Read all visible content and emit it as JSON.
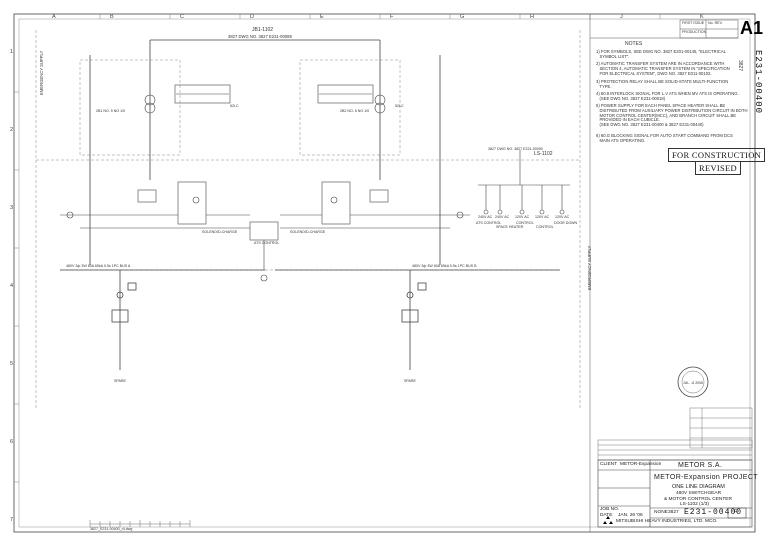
{
  "sheet_size": "A1",
  "bus": {
    "label": "JB1-1102",
    "ref": "3827 DWG NO. 3827 E231-00089"
  },
  "left_section": {
    "vertical_label": "EMERGENCY SUPPLY",
    "feeder_label": "2B1 NO. 5 NO 1/0",
    "breaker_label": "52LC",
    "ats_label": "SOLENOID-CHARGE",
    "bottom_bus": "480V 3ф 3W 60A 65kA 0.5s 1PC BUS A",
    "outgoing": "SPARE"
  },
  "right_section": {
    "vertical_label": "EMERGENCY SUPPLY",
    "feeder_label": "2B2 NO. 5 NO 1/0",
    "breaker_label": "52LC",
    "ats_label": "SOLENOID-CHARGE",
    "bottom_bus": "480V 3ф 3W 60A 65kA 0.5s 1PC BUS B",
    "outgoing": "SPARE"
  },
  "center_label": "ATS CONTROL",
  "distribution_label": "LS-1102",
  "dist_ref": "3827 DWG NO. 3827 E231-00090",
  "dist_feeders": [
    "240V AC",
    "240V AC",
    "120V AC",
    "120V AC",
    "120V AC"
  ],
  "dist_feeder_desc": [
    "ATS CONTROL",
    "SPACE HEATER",
    "CONTROL",
    "CONTROL",
    "DOOR DOWN"
  ],
  "grid_cols": [
    "A",
    "B",
    "C",
    "D",
    "E",
    "F",
    "G",
    "H",
    "J",
    "K"
  ],
  "grid_rows": [
    "1",
    "2",
    "3",
    "4",
    "5",
    "6",
    "7"
  ],
  "notes_title": "NOTES",
  "notes": [
    "1) FOR SYMBOLS, SEE DWG NO. 3827 E201-00145, \"ELECTRICAL\n   SYMBOL LIST\".",
    "2) AUTOMATIC TRANSFER SYSTEM ARE IN ACCORDANCE WITH\n   SECTION 4, AUTOMATIC TRANSFER SYSTEM IN \"SPECIFICATION\n   FOR ELECTRICAL SYSTEM\", DWG NO. 3827 E011-00102.",
    "3) PROTECTION RELAY SHALL BE SOLID-STATE MULTI-FUNCTION\n   TYPE.",
    "4) 60.8 INTERLOCK SIGNAL FOR L.V ATS WHEN MV ATS IS OPERATING.\n   (SEE DWG NO. 3827 E231-00018)",
    "5) POWER SUPPLY FOR EACH PANEL SPACE HEATER SHALL BE\n   DISTRIBUTED FROM AUXILIARY POWER DISTRIBUTION CIRCUIT IN BOTH\n   MOTOR CONTROL CENTER(MCC), AND BRANCH CIRCUIT SHALL BE\n   PROVIDED IN EACH CUBICLE.\n   (SEE DWG NO. 3827 E231-00400 & 3827 E231-00440)",
    "6) 60.G BLOCKING SIGNAL FOR AUTO START COMMAND FROM DCS\n   MAIN ATS OPERATING."
  ],
  "stamps": {
    "construction": "FOR CONSTRUCTION",
    "revised": "REVISED"
  },
  "header_block": {
    "first_issue": "FIRST ISSUE",
    "production": "PRODUCTION",
    "no_rev": "No. REV.",
    "project_code": "3827",
    "drawing_number": "E231-00400"
  },
  "title_block": {
    "company": "METOR S.A.",
    "project": "METOR-Expansion PROJECT",
    "title_1": "ONE LINE DIAGRAM",
    "title_2": "480V SWITCHGEAR",
    "title_3": "& MOTOR CONTROL CENTER",
    "title_4": "LS-1102 (1/3)",
    "dwg_prefix": "3827",
    "dwg_no": "E231-00400",
    "rev": "R",
    "scale": "NONE",
    "manufacturer": "MITSUBISHI HEAVY INDUSTRIES, LTD. MCO.",
    "client_label": "CLIENT",
    "client": "METOR-Expansion",
    "job_no": "JOB NO.",
    "date_label": "DATE",
    "date": "JAN. 26 '06"
  },
  "footer_file": "3827_E231-00400_r4.dwg",
  "colors": {
    "line": "#555555",
    "text": "#333333",
    "stamp": "#111111"
  }
}
